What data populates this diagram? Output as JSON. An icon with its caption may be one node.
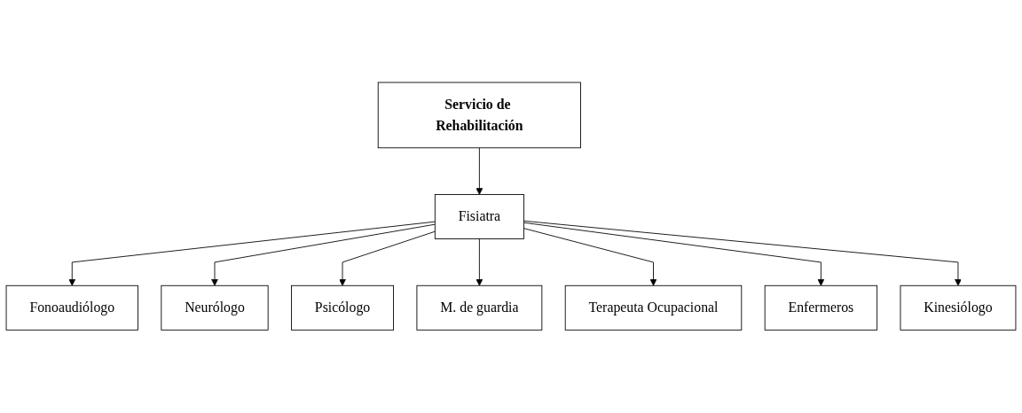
{
  "diagram": {
    "nodes": [
      {
        "text": [
          "Servicio de Rehabilitación"
        ]
      },
      {
        "text": [
          "Fisiatra"
        ]
      },
      {
        "text": [
          "Fonoaudiólogo"
        ]
      },
      {
        "text": [
          "Neurólogo"
        ]
      },
      {
        "text": [
          "Psicólogo"
        ]
      },
      {
        "text": [
          "M. de guardia"
        ]
      },
      {
        "text": [
          "Terapeuta Ocupacional"
        ]
      },
      {
        "text": [
          "Enfermeros"
        ]
      },
      {
        "text": [
          "Kinesiólogo"
        ]
      }
    ],
    "edges": [
      {
        "from": 0,
        "to": 1,
        "arrow": "to"
      },
      {
        "from": 1,
        "to": 2,
        "arrow": "to"
      },
      {
        "from": 1,
        "to": 3,
        "arrow": "to"
      },
      {
        "from": 1,
        "to": 4,
        "arrow": "to"
      },
      {
        "from": 1,
        "to": 5,
        "arrow": "to"
      },
      {
        "from": 1,
        "to": 6,
        "arrow": "to"
      },
      {
        "from": 1,
        "to": 7,
        "arrow": "to"
      },
      {
        "from": 1,
        "to": 8,
        "arrow": "to"
      }
    ]
  }
}
